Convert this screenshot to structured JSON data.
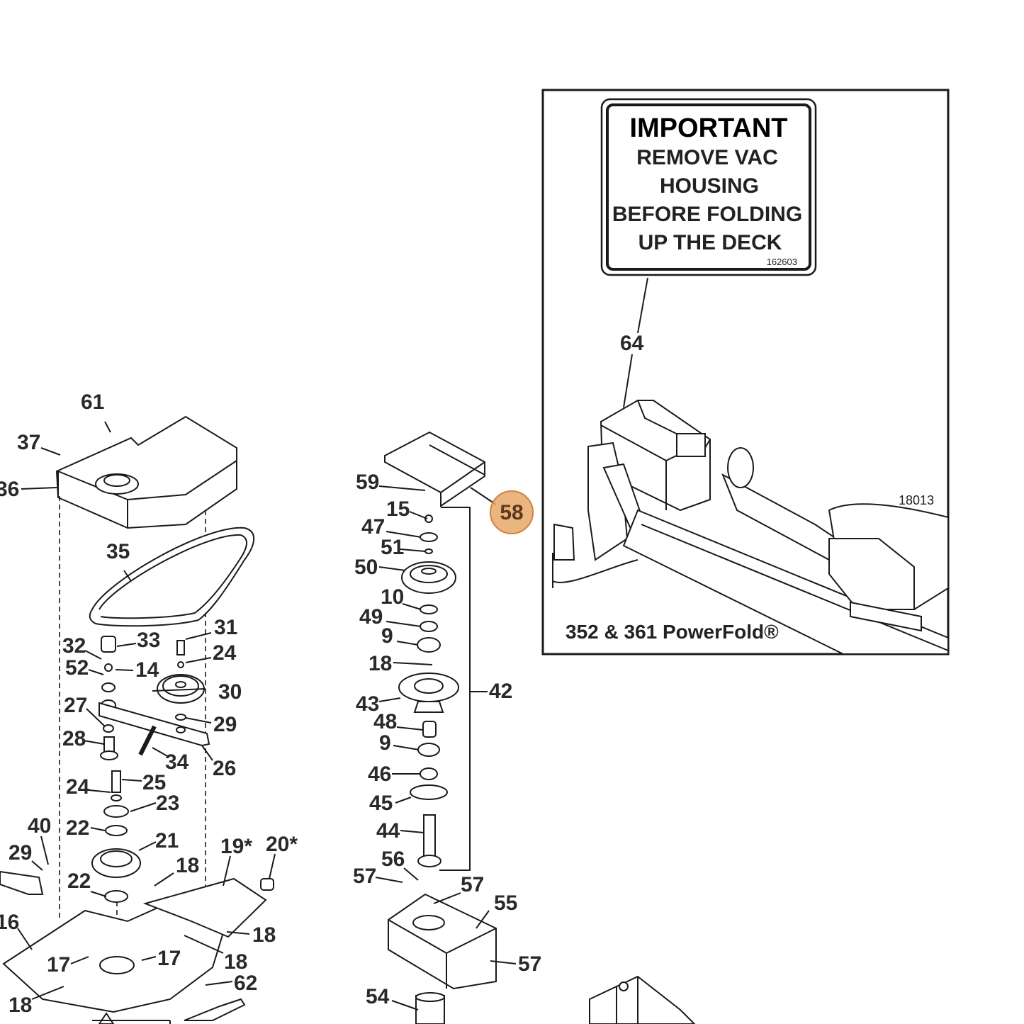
{
  "callouts": [
    {
      "id": "61",
      "label": "61"
    },
    {
      "id": "37",
      "label": "37"
    },
    {
      "id": "36",
      "label": "36"
    },
    {
      "id": "35",
      "label": "35"
    },
    {
      "id": "31",
      "label": "31"
    },
    {
      "id": "32",
      "label": "32"
    },
    {
      "id": "33",
      "label": "33"
    },
    {
      "id": "24a",
      "label": "24"
    },
    {
      "id": "52",
      "label": "52"
    },
    {
      "id": "14",
      "label": "14"
    },
    {
      "id": "30",
      "label": "30"
    },
    {
      "id": "27",
      "label": "27"
    },
    {
      "id": "29a",
      "label": "29"
    },
    {
      "id": "28",
      "label": "28"
    },
    {
      "id": "34",
      "label": "34"
    },
    {
      "id": "26",
      "label": "26"
    },
    {
      "id": "24b",
      "label": "24"
    },
    {
      "id": "25",
      "label": "25"
    },
    {
      "id": "23",
      "label": "23"
    },
    {
      "id": "40",
      "label": "40"
    },
    {
      "id": "22a",
      "label": "22"
    },
    {
      "id": "21",
      "label": "21"
    },
    {
      "id": "19",
      "label": "19*"
    },
    {
      "id": "20",
      "label": "20*"
    },
    {
      "id": "29b",
      "label": "29"
    },
    {
      "id": "18a",
      "label": "18"
    },
    {
      "id": "22b",
      "label": "22"
    },
    {
      "id": "16",
      "label": "16"
    },
    {
      "id": "18b",
      "label": "18"
    },
    {
      "id": "17a",
      "label": "17"
    },
    {
      "id": "17b",
      "label": "17"
    },
    {
      "id": "18c",
      "label": "18"
    },
    {
      "id": "62",
      "label": "62"
    },
    {
      "id": "18d",
      "label": "18"
    },
    {
      "id": "59",
      "label": "59"
    },
    {
      "id": "15",
      "label": "15"
    },
    {
      "id": "47",
      "label": "47"
    },
    {
      "id": "51",
      "label": "51"
    },
    {
      "id": "50",
      "label": "50"
    },
    {
      "id": "10",
      "label": "10"
    },
    {
      "id": "49",
      "label": "49"
    },
    {
      "id": "9a",
      "label": "9"
    },
    {
      "id": "18e",
      "label": "18"
    },
    {
      "id": "42",
      "label": "42"
    },
    {
      "id": "43",
      "label": "43"
    },
    {
      "id": "48",
      "label": "48"
    },
    {
      "id": "9b",
      "label": "9"
    },
    {
      "id": "46",
      "label": "46"
    },
    {
      "id": "45",
      "label": "45"
    },
    {
      "id": "44",
      "label": "44"
    },
    {
      "id": "56",
      "label": "56"
    },
    {
      "id": "57a",
      "label": "57"
    },
    {
      "id": "57b",
      "label": "57"
    },
    {
      "id": "55",
      "label": "55"
    },
    {
      "id": "57c",
      "label": "57"
    },
    {
      "id": "54",
      "label": "54"
    },
    {
      "id": "64",
      "label": "64"
    }
  ],
  "highlight": {
    "label": "58",
    "color": "#e8a86a"
  },
  "decal": {
    "title": "IMPORTANT",
    "line1": "REMOVE VAC",
    "line2": "HOUSING",
    "line3": "BEFORE FOLDING",
    "line4": "UP THE DECK",
    "code": "162603"
  },
  "inset": {
    "figure_number": "18013",
    "caption": "352 & 361 PowerFold®"
  }
}
